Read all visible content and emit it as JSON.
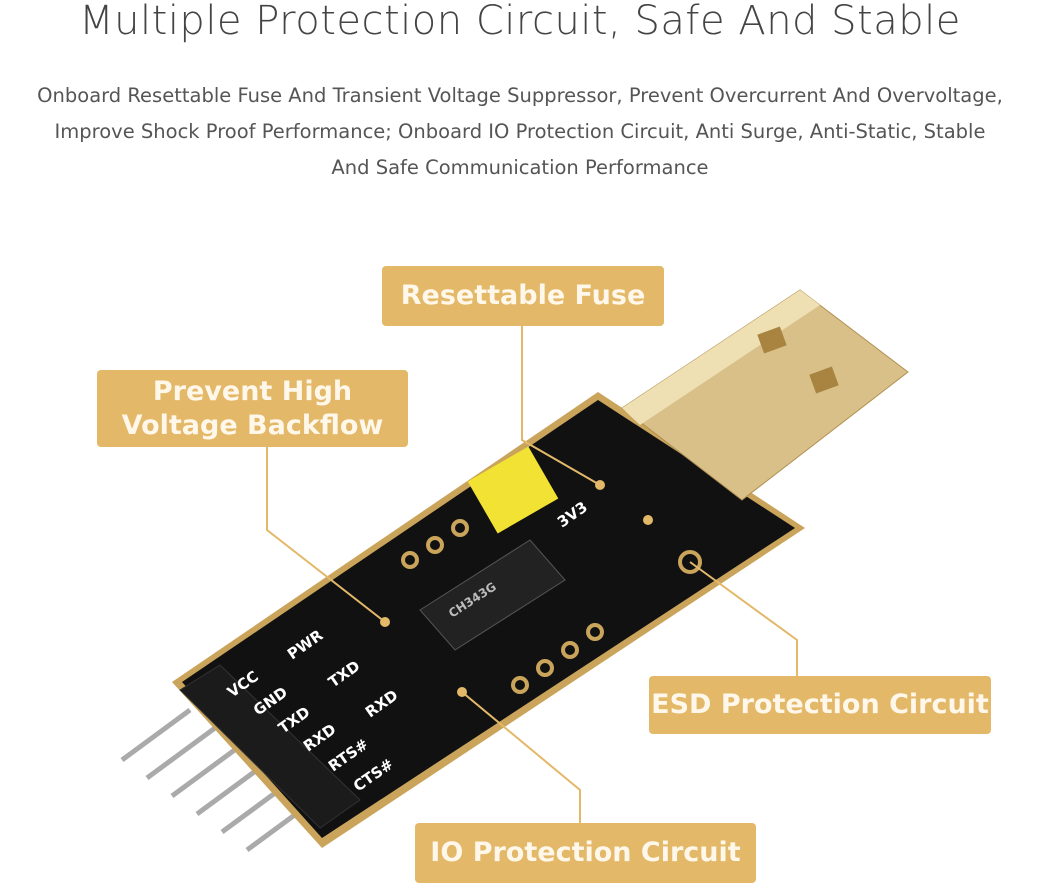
{
  "title": "Multiple Protection Circuit, Safe And Stable",
  "subtitle": [
    "Onboard Resettable Fuse And Transient Voltage Suppressor, Prevent Overcurrent And Overvoltage,",
    "Improve Shock Proof Performance; Onboard IO Protection Circuit, Anti Surge, Anti-Static, Stable",
    "And Safe Communication Performance"
  ],
  "callouts": {
    "fuse": "Resettable Fuse",
    "backflow_1": "Prevent High",
    "backflow_2": "Voltage Backflow",
    "esd": "ESD Protection Circuit",
    "io": "IO Protection Circuit"
  },
  "board": {
    "pins": [
      "VCC",
      "GND",
      "TXD",
      "RXD",
      "RTS#",
      "CTS#"
    ],
    "leds": [
      "PWR",
      "TXD",
      "RXD"
    ],
    "chip": "CH343G",
    "jumper": "3V3"
  },
  "colors": {
    "callout": "#e3b868",
    "pcb": "#111111",
    "gold": "#c9a45a"
  }
}
